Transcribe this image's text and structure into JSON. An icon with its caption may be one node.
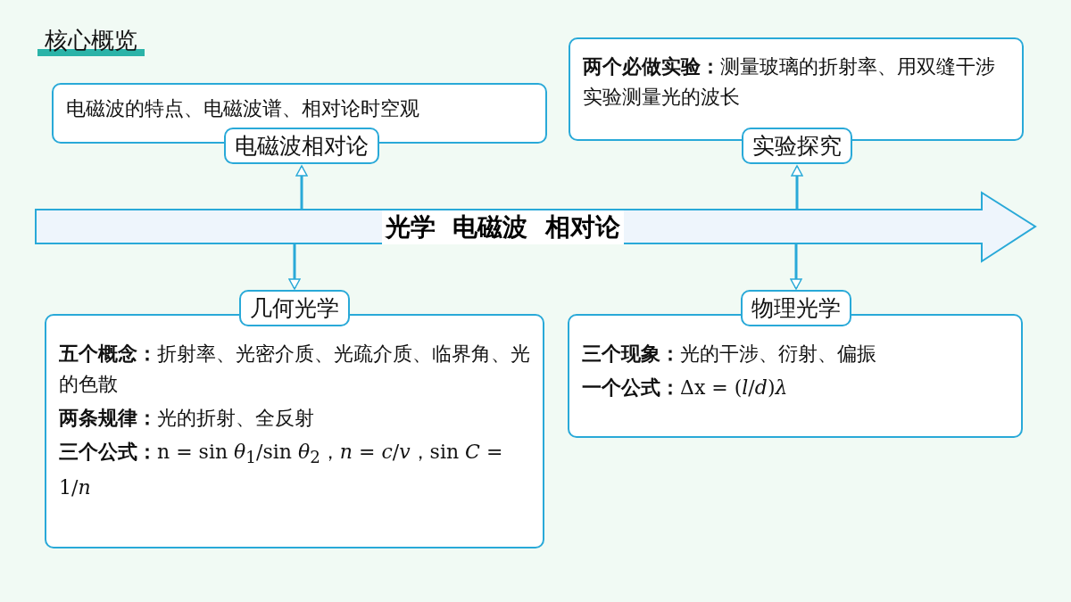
{
  "diagram": {
    "title": "核心概览",
    "nodes": [
      {
        "text": [
          "光学  电磁波  相对论"
        ]
      },
      {
        "text": [
          "电磁波的特点、电磁波谱、相对论时空观",
          "电磁波相对论"
        ]
      },
      {
        "text": [
          "**两个必做实验：**测量玻璃的折射率、用双缝干涉实验测量光的波长",
          "实验探究"
        ]
      },
      {
        "text": [
          "几何光学",
          "**五个概念：**折射率、光密介质、光疏介质、临界角、光的色散",
          "**两条规律：**光的折射、全反射",
          "**三个公式：**n = sin *θ*$_{1}$/sin *θ*$_{2}$，*n* = *c*/*v*，sin *C* = 1/*n*"
        ]
      },
      {
        "text": [
          "物理光学",
          "**三个现象：**光的干涉、衍射、偏振",
          "**一个公式：**Δx = (*l*/*d*)*λ*"
        ]
      }
    ],
    "edges": [
      {
        "from": 0,
        "to": 1,
        "arrow": "to"
      },
      {
        "from": 0,
        "to": 2,
        "arrow": "to"
      },
      {
        "from": 0,
        "to": 3,
        "arrow": "to"
      },
      {
        "from": 0,
        "to": 4,
        "arrow": "to"
      }
    ]
  }
}
